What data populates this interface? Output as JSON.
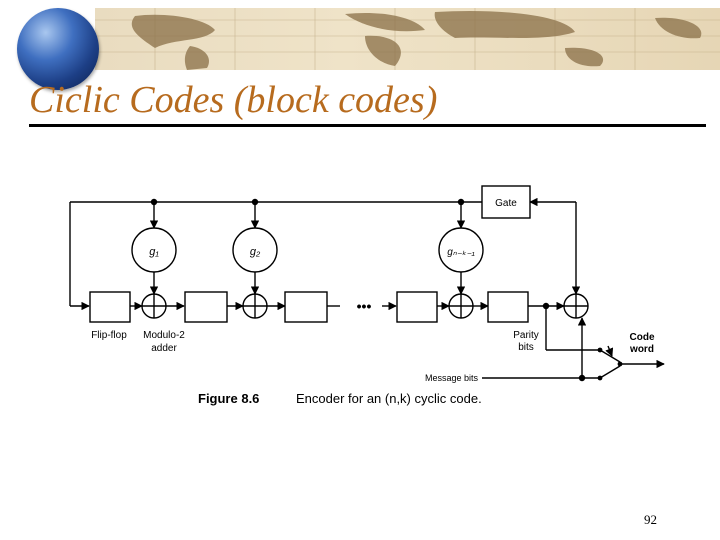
{
  "slide": {
    "title": "Ciclic Codes (block codes)",
    "page_number": "92"
  },
  "figure": {
    "gate_label": "Gate",
    "g1_label": "g₁",
    "g2_label": "g₂",
    "gnk1_label": "gₙ₋ₖ₋₁",
    "ellipsis": "•••",
    "flipflop_label": "Flip-flop",
    "adder_label_line1": "Modulo-2",
    "adder_label_line2": "adder",
    "parity_line1": "Parity",
    "parity_line2": "bits",
    "codeword_line1": "Code",
    "codeword_line2": "word",
    "message_bits_label": "Message bits",
    "caption_number": "Figure 8.6",
    "caption_text": "Encoder for an (n,k) cyclic code."
  },
  "colors": {
    "title": "#b76b1e",
    "background": "#ffffff",
    "line": "#000000"
  }
}
